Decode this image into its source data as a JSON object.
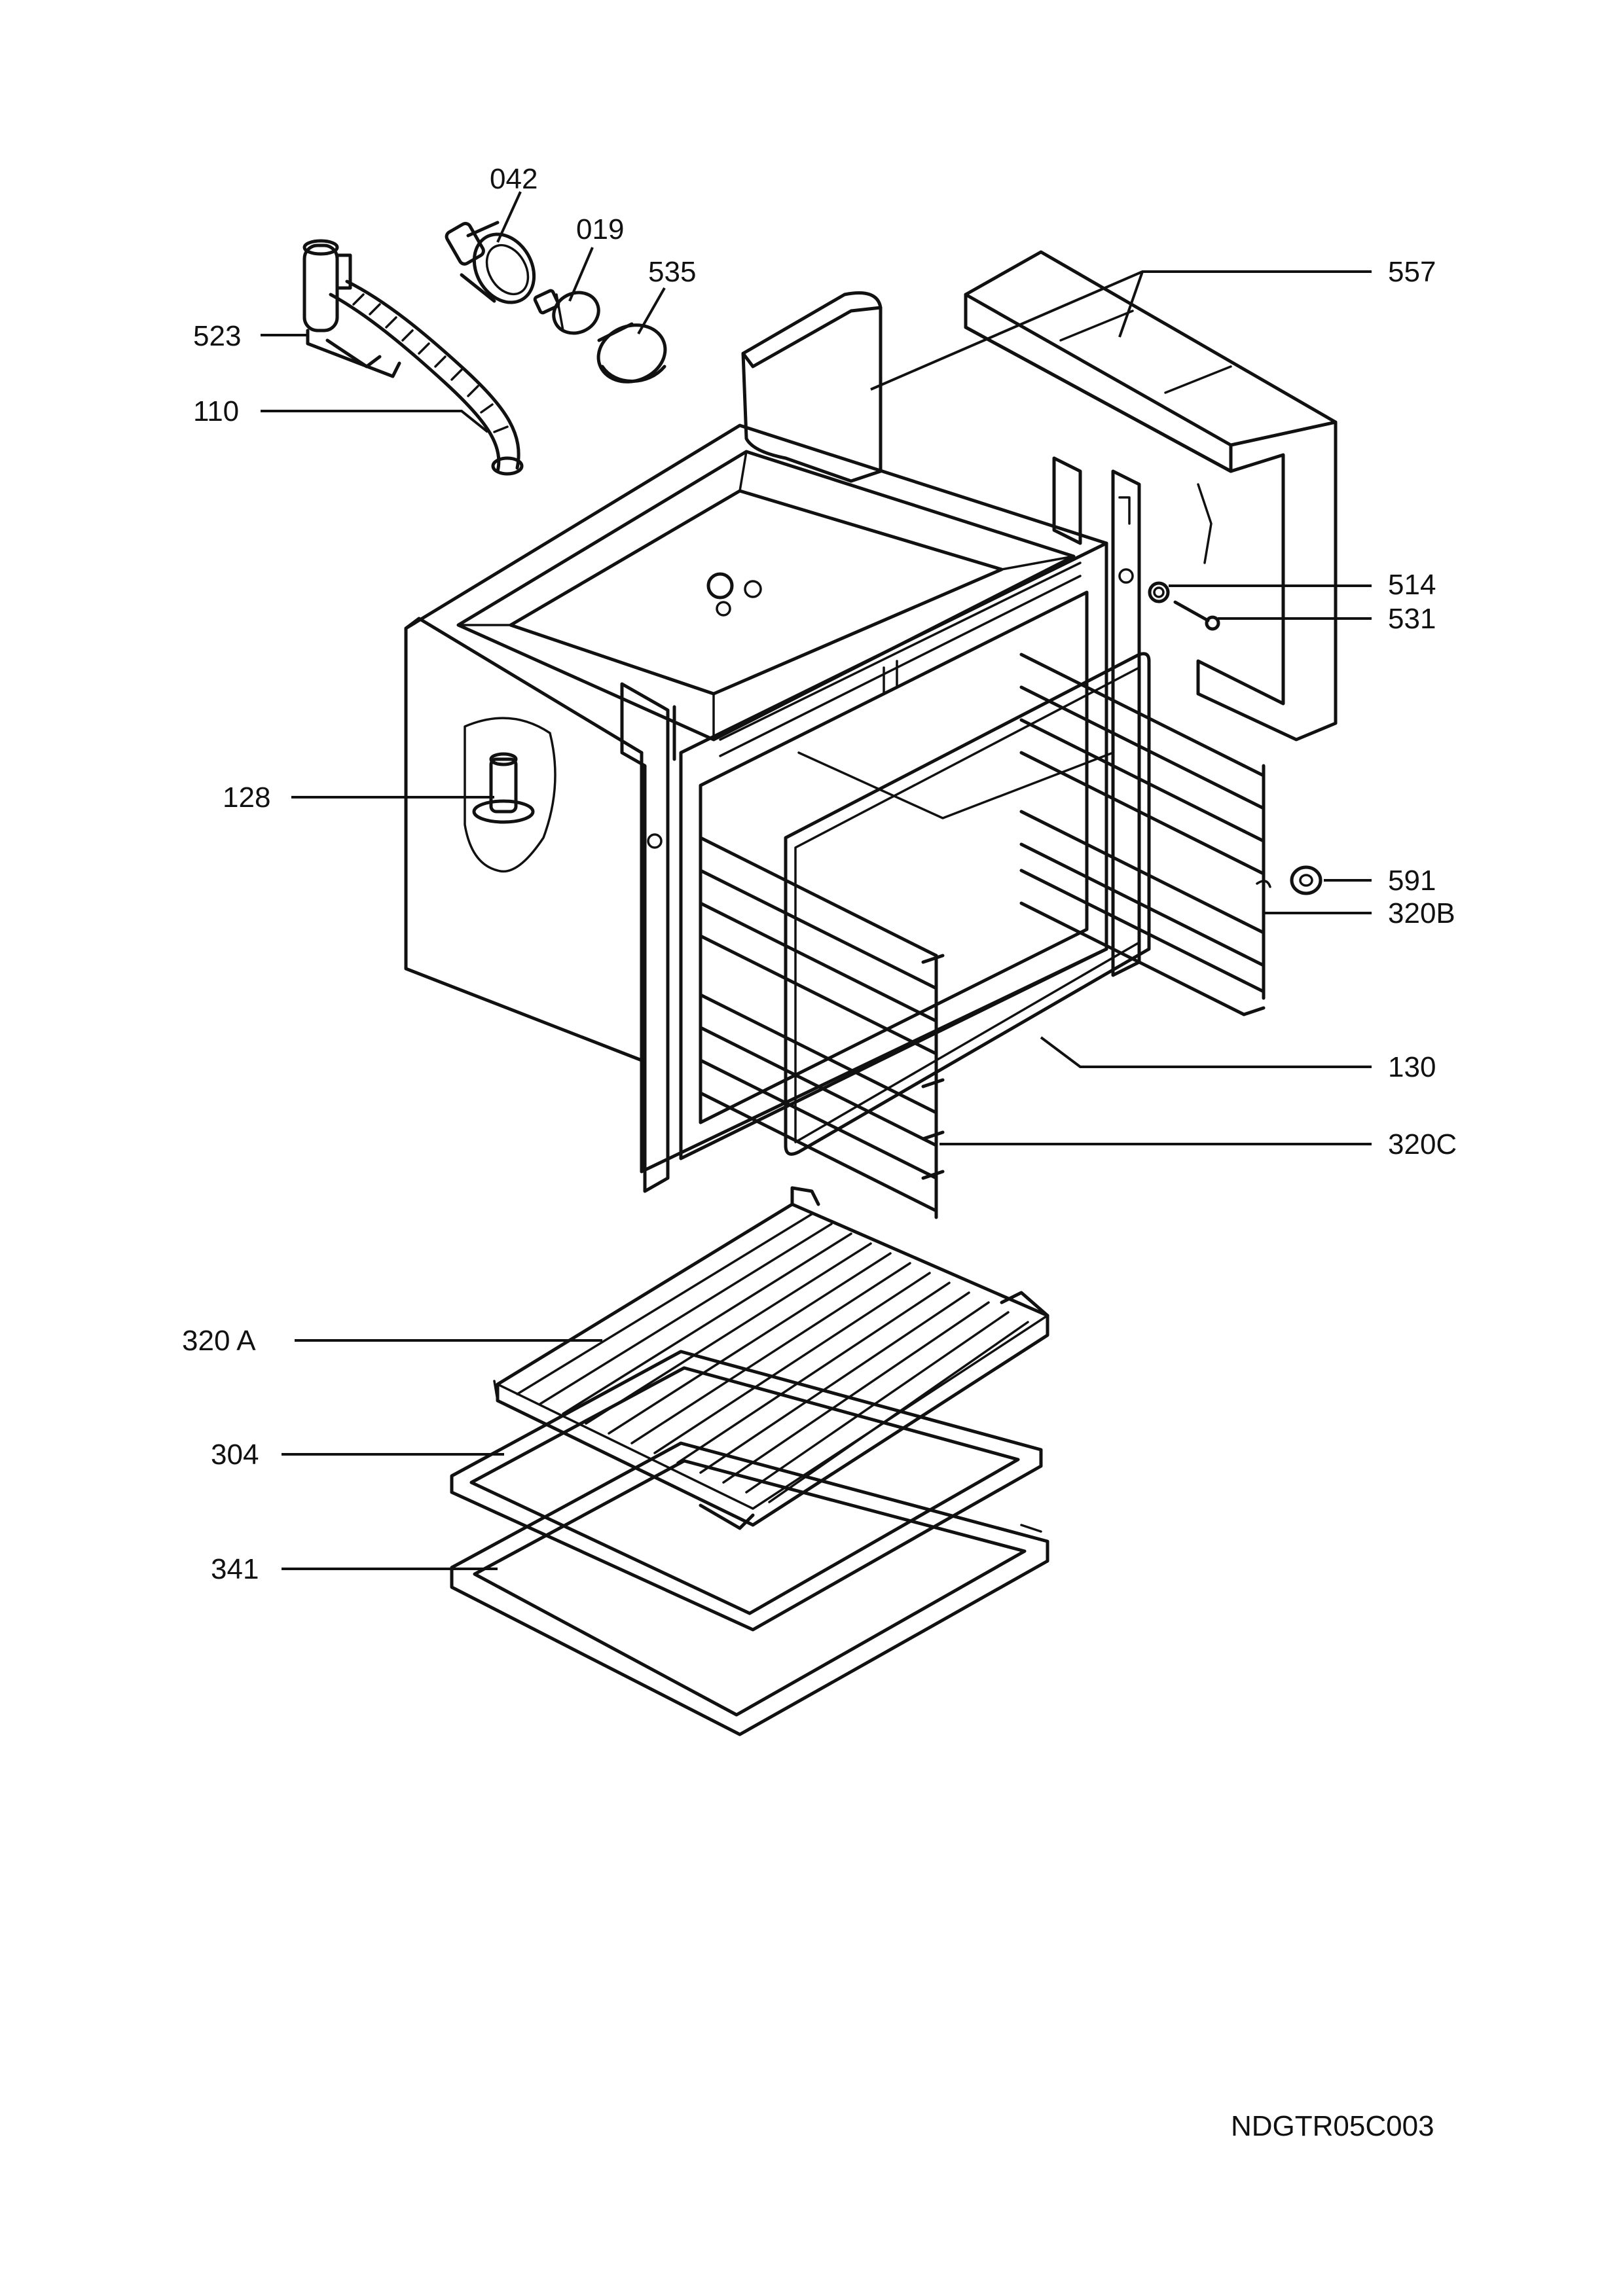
{
  "callouts": {
    "c042": "042",
    "c019": "019",
    "c535": "535",
    "c557": "557",
    "c523": "523",
    "c110": "110",
    "c514": "514",
    "c531": "531",
    "c128": "128",
    "c591": "591",
    "c320B": "320B",
    "c130": "130",
    "c320C": "320C",
    "c320A": "320 A",
    "c304": "304",
    "c341": "341"
  },
  "drawing_code": "NDGTR05C003"
}
